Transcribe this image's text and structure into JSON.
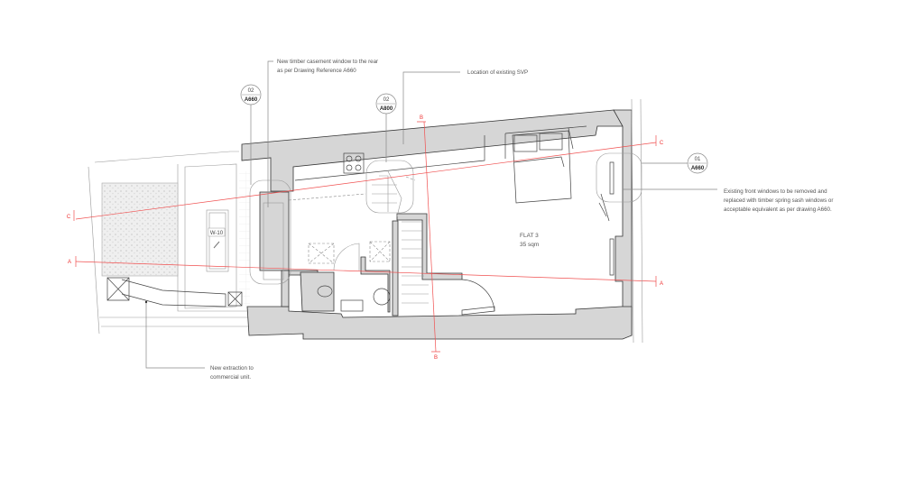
{
  "annotations": {
    "rear_window": [
      "New timber casement window to the rear",
      "as per Drawing Reference A660"
    ],
    "svp": "Location of existing SVP",
    "front_windows": [
      "Existing front windows to be removed and",
      "replaced with timber spring sash windows or",
      "acceptable equivalent as per drawing A660."
    ],
    "extraction": [
      "New extraction to",
      "commercial unit."
    ]
  },
  "detail_tags": [
    {
      "number": "02",
      "sheet": "A660"
    },
    {
      "number": "02",
      "sheet": "A800"
    },
    {
      "number": "01",
      "sheet": "A660"
    }
  ],
  "section_markers": {
    "a": "A",
    "b": "B",
    "c": "C"
  },
  "room": {
    "name": "FLAT 3",
    "area": "35 sqm"
  },
  "window_tag": "W-10",
  "colors": {
    "section_line": "#f05050",
    "wall_fill": "#d6d6d6"
  }
}
